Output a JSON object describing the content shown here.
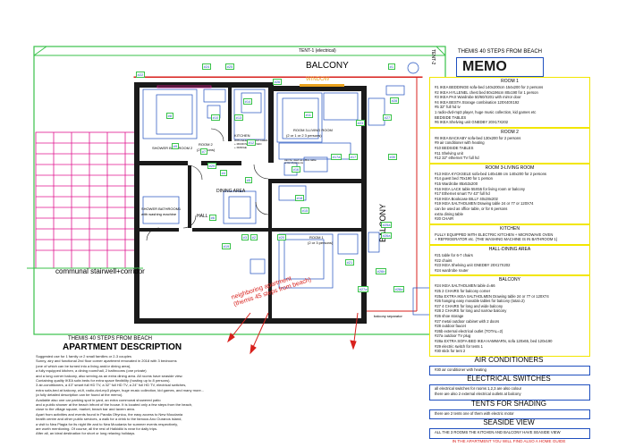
{
  "header": {
    "tent1": "TENT-1 (electrical)",
    "tent2": "TENT-2",
    "balcony": "BALCONY",
    "window": "WINDOW",
    "themis_top": "THEMIS 40 STEPS FROM BEACH",
    "memo": "MEMO"
  },
  "plan": {
    "labels": {
      "room2": "ROOM 2",
      "room2_sub": "(2 persons)",
      "room3": "ROOM 3-LIVING ROOM",
      "room3_sub": "(2 or 1 or 2 3 persons)",
      "shower2": "SHOWER BATHROOM 2",
      "kitchen": "KITCHEN",
      "kitchen_sub1": "WITH ELECTRIC KITCHEN",
      "kitchen_sub2": "+ MICROWAVE OVEN",
      "kitchen_sub3": "+ FRIDGE",
      "dining": "DINING AREA",
      "hall": "HALL",
      "shower1": "SHOWER BATHROOM1",
      "shower1_sub": "with washing machine",
      "room1": "ROOM 1",
      "room1_sub": "(2 or 3 persons)",
      "balcony_side": "BALCONY",
      "communal": "communal stairwell+corridor",
      "neighbor": "neighboring apartment\n(themis 45 steps from beach)",
      "separator": "balcony separator",
      "sofa_note": "can be used as office table\nor for 2 persons"
    },
    "tags": [
      "#22",
      "#24",
      "#25",
      "#1",
      "#26",
      "#8",
      "#10",
      "#7",
      "#9",
      "#14",
      "#13",
      "#12",
      "#11",
      "#23",
      "#27",
      "#28",
      "#16",
      "#17",
      "#17a",
      "#30",
      "#29",
      "#4",
      "#5",
      "#6",
      "#3",
      "#2",
      "#19",
      "#15",
      "#20",
      "#18",
      "#25a",
      "#26a",
      "#21",
      "#27a",
      "#28a",
      "#26b"
    ]
  },
  "description": {
    "themis": "THEMIS 40 STEPS FROM BEACH",
    "title": "APARTMENT DESCRIPTION",
    "lines": [
      "Suggested use for 1 family or 2 small families or 2-3 couples",
      "Sunny, airy and functional 2nd floor corner apartment renovated in 2018 with 3 bedrooms",
      "(one of which can be turned into a living and/or dining area),",
      "a fully equipped kitchen, a dining room/hall, 2 bathrooms (one private)",
      "and a long corner balcony, also serving as an extra dining area. All rooms have seaside view.",
      "Containing quality IKEA sofa beds for extra space flexibility (hosting up to 8 persons).",
      "3 air-conditioners, a 43\" smart full HD TV, a 32\" full HD TV, a 24\" full HD TV, electrical switches,",
      "extra sofa-bed at balcony, wi-fi, radio-dvd-mp3 player, huge music collection, kid games, and many more...",
      "(a fully detailed description can be found at the memo).",
      "Available also one car parking spot in yard, an extra communal showered patio",
      "and a public shower at the beach infront of the house. It is located only a few steps from the beach,",
      "close to the village square, market, beach bar and tavern area.",
      "Apart from activities and events found in Paralia Ofryniou, the easy access to New Moudania",
      "health centre and other public services, a walk for a drink to the famous Ano Ouranos island,",
      "a visit to Nea Plagia for its night life and to Nea Moudania for summer events respectively,",
      "are worth mentioning. Of course, all the rest of Halkidiki is near for daily trips.",
      "After all, an ideal destination for short or long relaxing holidays."
    ]
  },
  "memo": {
    "sections": [
      {
        "title": "ROOM 1",
        "color": "#f2e600",
        "rows": [
          "#1   IKEA BEDDINGE sofa-bed 140x200cm 154x200 for 2 persons",
          "#2   IKEA HYLLENEL chest bed 80x196cm 80x190 for 1 person",
          "#3   IKEA PAX Wardrobe 50/60/X201 with mirror door",
          "#4   IKEA BESTA Storage combination 120X40X192",
          "#5   32\" full hd tv",
          "       1 radio-dvd-mp3 player, huge music collection, kid games etc",
          "       BEDSIDE TABLES",
          "#6   IKEA Shelving unit GNEDBY 20X17X202"
        ]
      },
      {
        "title": "ROOM 2",
        "color": "#f2e600",
        "rows": [
          "#8   IKEA BACKABY sofa-bed 130x200 for 2 persons",
          "#9   air conditioner with heating",
          "#10  BEDSIDE TABLES",
          "#11  Shelving unit",
          "#12  32\" ethernet TV full hd"
        ]
      },
      {
        "title": "ROOM 3-LIVING ROOM",
        "color": "#f2e600",
        "rows": [
          "#13  IKEA KYCKSELE sofa-bed 140x188 cm 140x200 for 2 persons",
          "#14  guest bed 70x190 for 1 person",
          "#15  Wardrobe 85x53x200",
          "#16  IKEA LACK table 55X55 for living room or balcony",
          "#17  Ethernet smart TV 43\" full hd",
          "#18  IKEA Bookcase BILLY 40x28x202",
          "#19  IKEA SALTHOLMEN Drawing table 24 or 77 or 120X74",
          "       can be used as office table, or for 6 persons",
          "       extra dining table",
          "#20  CHAIR"
        ]
      },
      {
        "title": "KITCHEN",
        "color": "#f2e600",
        "rows": [
          "FULLY EQUIPPED WITH ELECTRIC KITCHEN        + MICROWAVE OVEN",
          "+ REFRIGERATOR etc. (THE WASHING MACHINE IS IN BATHROOM 1)"
        ]
      },
      {
        "title": "HALL-DINING AREA",
        "color": "#f2e600",
        "rows": [
          "#21  table for 6-7 chairs",
          "#22  chairs",
          "#23  IKEA Shelving unit GNEDBY 20X17X202",
          "#24  wardrobe router"
        ]
      },
      {
        "title": "BALCONY",
        "color": "#f2e600",
        "rows": [
          "#24  IKEA SALTHOLMEN table d=66",
          "#25  2 CHAIRS for balcony corner",
          "#25a EXTRA IKEA SALTHOLMEN Drawing table 24 or 77 or 120X74",
          "#26  hanging easy movable tables for balcony (total=2)",
          "#27  4 CHAIRS for long and wide balcony",
          "#28  2 CHAIRS for long and narrow balcony",
          "#26  shoe storage",
          "#27  metal outdoor cabinet with 2 doors",
          "#28  outdoor faucet",
          "#26b external electrical outlet (TOTAL=2)",
          "#27a outdoor TV plug",
          "#28a EXTRA SOFA-BED IKEA HAMMARN, sofa 120x65, bed 120x190",
          "#29  electric switch for tents 1",
          "#30  stick for tent 2"
        ]
      }
    ],
    "big_sections": [
      {
        "title": "AIR CONDITIONERS",
        "rows": [
          "#30   air conditioner with heating"
        ]
      },
      {
        "title": "ELECTRICAL SWITCHES",
        "rows": [
          "all electrical switches for rooms 1,2,3 are also colour",
          "there are also 2 external electrical outlets at balcony"
        ]
      },
      {
        "title": "TENTS FOR SHADING",
        "rows": [
          "there are 2 tents one of them with electric motor"
        ]
      },
      {
        "title": "SEASIDE VIEW",
        "rows": [
          "ALL THE 3 ROOMS THE KITCHEN AND BALCONY HAVE SEASIDE VIEW"
        ]
      }
    ],
    "footer": "IN THE APARTMENT YOU WILL FIND ALSO A HOME GUIDE"
  },
  "colors": {
    "wall": "#1a1a1a",
    "blue": "#1f4fbf",
    "green": "#39c24a",
    "magenta": "#e0158f",
    "red": "#d8201c",
    "yellow": "#f2e600",
    "orange": "#e9a21e",
    "window": "#e9a21e"
  }
}
